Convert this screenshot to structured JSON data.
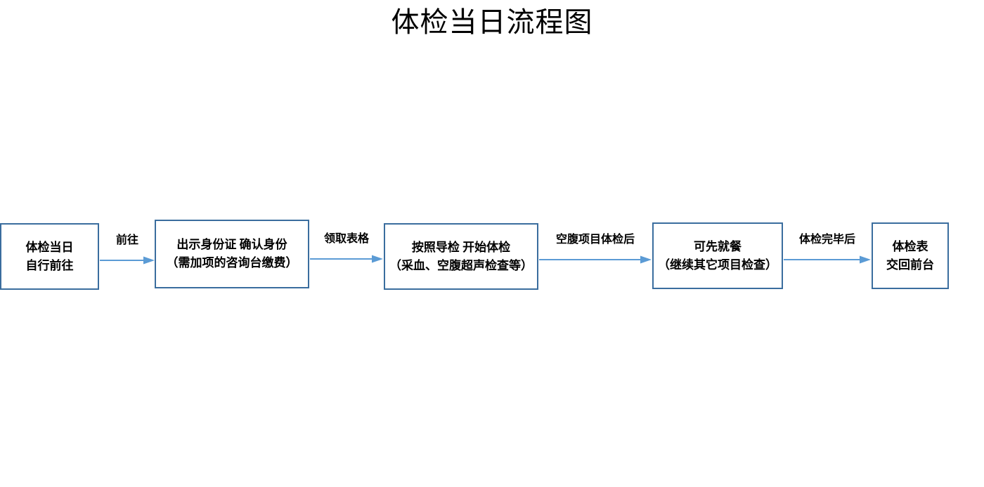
{
  "title": "体检当日流程图",
  "theme": {
    "box_border": "#3a6d9e",
    "arrow_color": "#5b9bd5",
    "text_color": "#000000",
    "background": "#ffffff"
  },
  "flow": {
    "boxes": [
      {
        "id": "box-1",
        "line1": "体检当日",
        "line2": "自行前往"
      },
      {
        "id": "box-2",
        "line1": "出示身份证 确认身份",
        "line2": "（需加项的咨询台缴费）"
      },
      {
        "id": "box-3",
        "line1": "按照导检 开始体检",
        "line2": "（采血、空腹超声检查等）"
      },
      {
        "id": "box-4",
        "line1": "可先就餐",
        "line2": "（继续其它项目检查）"
      },
      {
        "id": "box-5",
        "line1": "体检表",
        "line2": "交回前台"
      }
    ],
    "connectors": [
      {
        "id": "conn-1",
        "label": "前往",
        "icon": "arrow-right-icon"
      },
      {
        "id": "conn-2",
        "label": "领取表格",
        "icon": "arrow-right-icon"
      },
      {
        "id": "conn-3",
        "label": "空腹项目体检后",
        "icon": "arrow-right-icon"
      },
      {
        "id": "conn-4",
        "label": "体检完毕后",
        "icon": "arrow-right-icon"
      }
    ]
  }
}
